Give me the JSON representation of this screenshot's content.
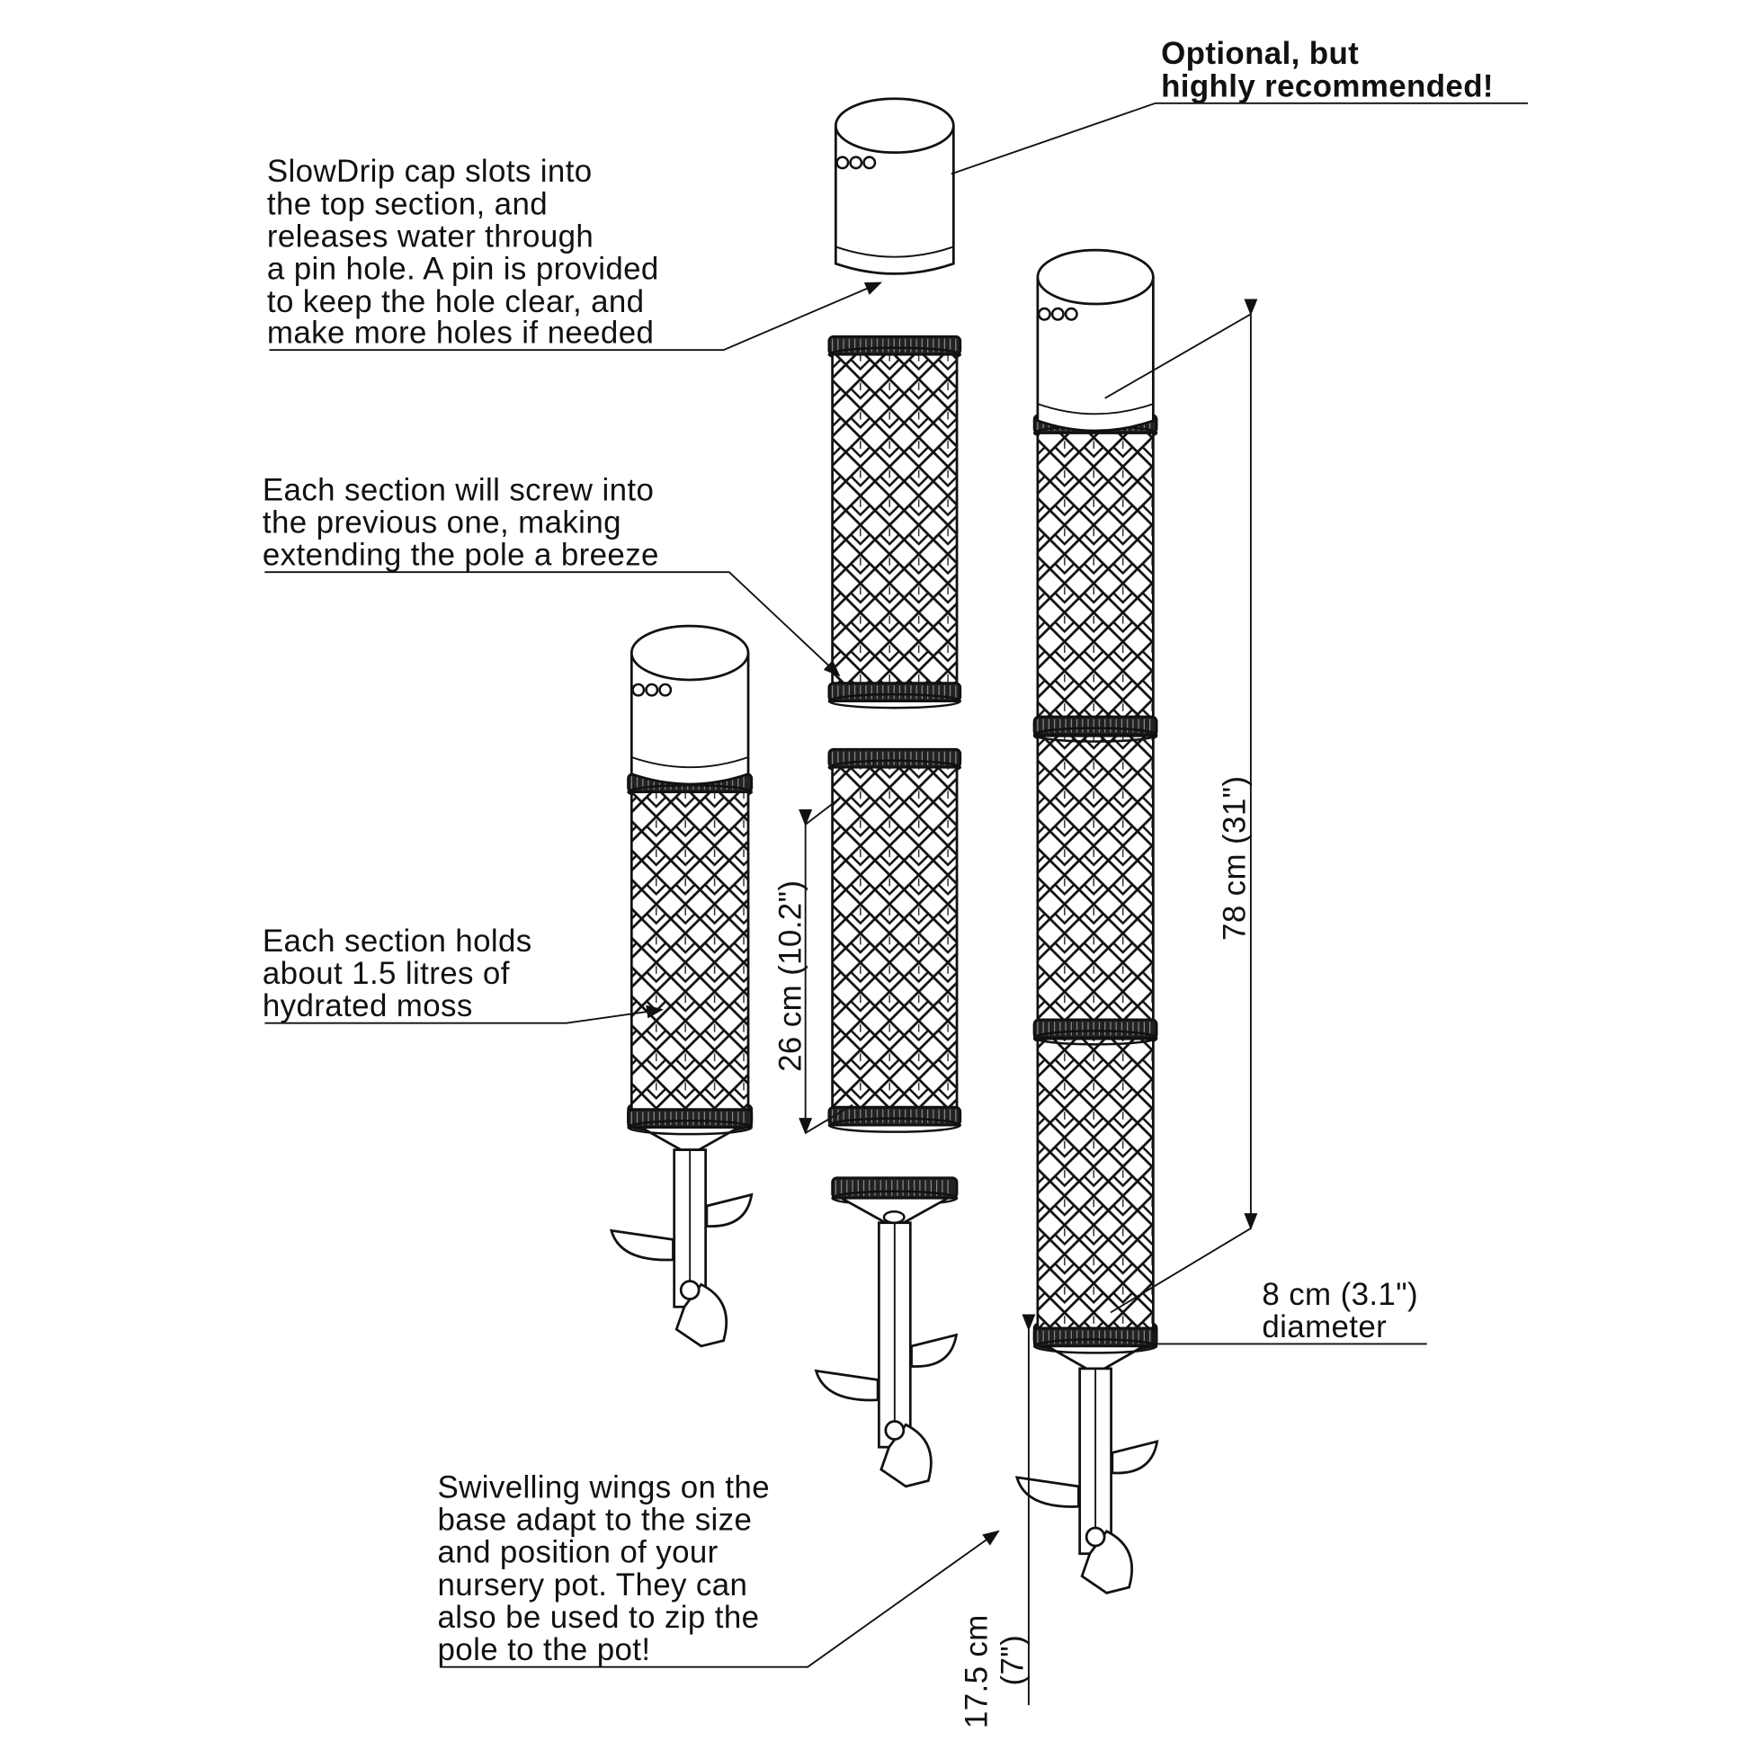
{
  "callouts": {
    "optional": [
      "Optional, but",
      "highly recommended!"
    ],
    "slowdrip": [
      "SlowDrip cap slots into",
      "the top section, and",
      "releases water through",
      "a pin hole. A pin is provided",
      "to keep the hole clear, and",
      "make more holes if needed"
    ],
    "screw": [
      "Each section will screw into",
      "the previous one, making",
      "extending the pole a breeze"
    ],
    "holds": [
      "Each section holds",
      "about 1.5 litres of",
      "hydrated moss"
    ],
    "wings": [
      "Swivelling wings on the",
      "base adapt to the size",
      "and position of your",
      "nursery pot. They can",
      "also be used to zip the",
      "pole to the pot!"
    ],
    "diameter": [
      "8 cm (3.1\")",
      "diameter"
    ]
  },
  "dimensions": {
    "total_height": "78 cm (31\")",
    "section_height": "26 cm (10.2\")",
    "base_height": "17.5 cm",
    "base_height_in": "(7\")"
  }
}
